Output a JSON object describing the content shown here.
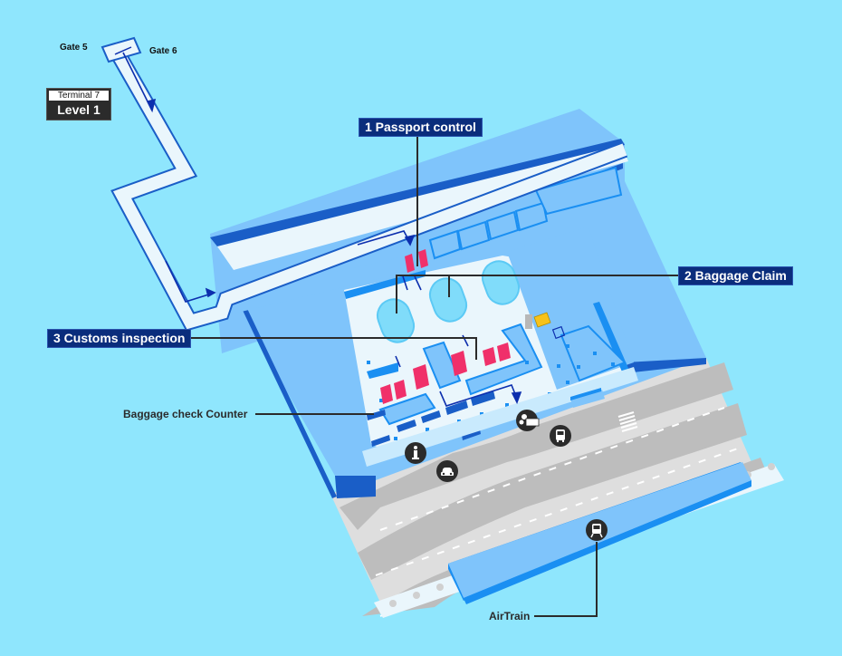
{
  "terminal": {
    "name": "Terminal 7",
    "level": "Level 1"
  },
  "gates": [
    {
      "label": "Gate 5"
    },
    {
      "label": "Gate 6"
    }
  ],
  "callouts": [
    {
      "number": "1",
      "label": "1 Passport control"
    },
    {
      "number": "2",
      "label": "2 Baggage Claim"
    },
    {
      "number": "3",
      "label": "3 Customs inspection"
    }
  ],
  "labels": {
    "baggage_check": "Baggage check Counter",
    "airtrain": "AirTrain"
  },
  "icons": [
    {
      "name": "information-icon",
      "glyph": "i"
    },
    {
      "name": "taxi-icon"
    },
    {
      "name": "shuttle-icon"
    },
    {
      "name": "bus-icon"
    },
    {
      "name": "airtrain-icon"
    }
  ],
  "colors": {
    "background": "#8fe6fd",
    "building": "#7fc4fb",
    "building_edge": "#1a8ff2",
    "building_dark_edge": "#1a5ec7",
    "corridor": "#eaf6fc",
    "callout_bg": "#0a2d7c",
    "road_light": "#dedede",
    "road_dark": "#bdbdbd",
    "checkpoint": "#f0306a",
    "carousel": "#80dcfa",
    "arrow": "#0d2fae"
  }
}
